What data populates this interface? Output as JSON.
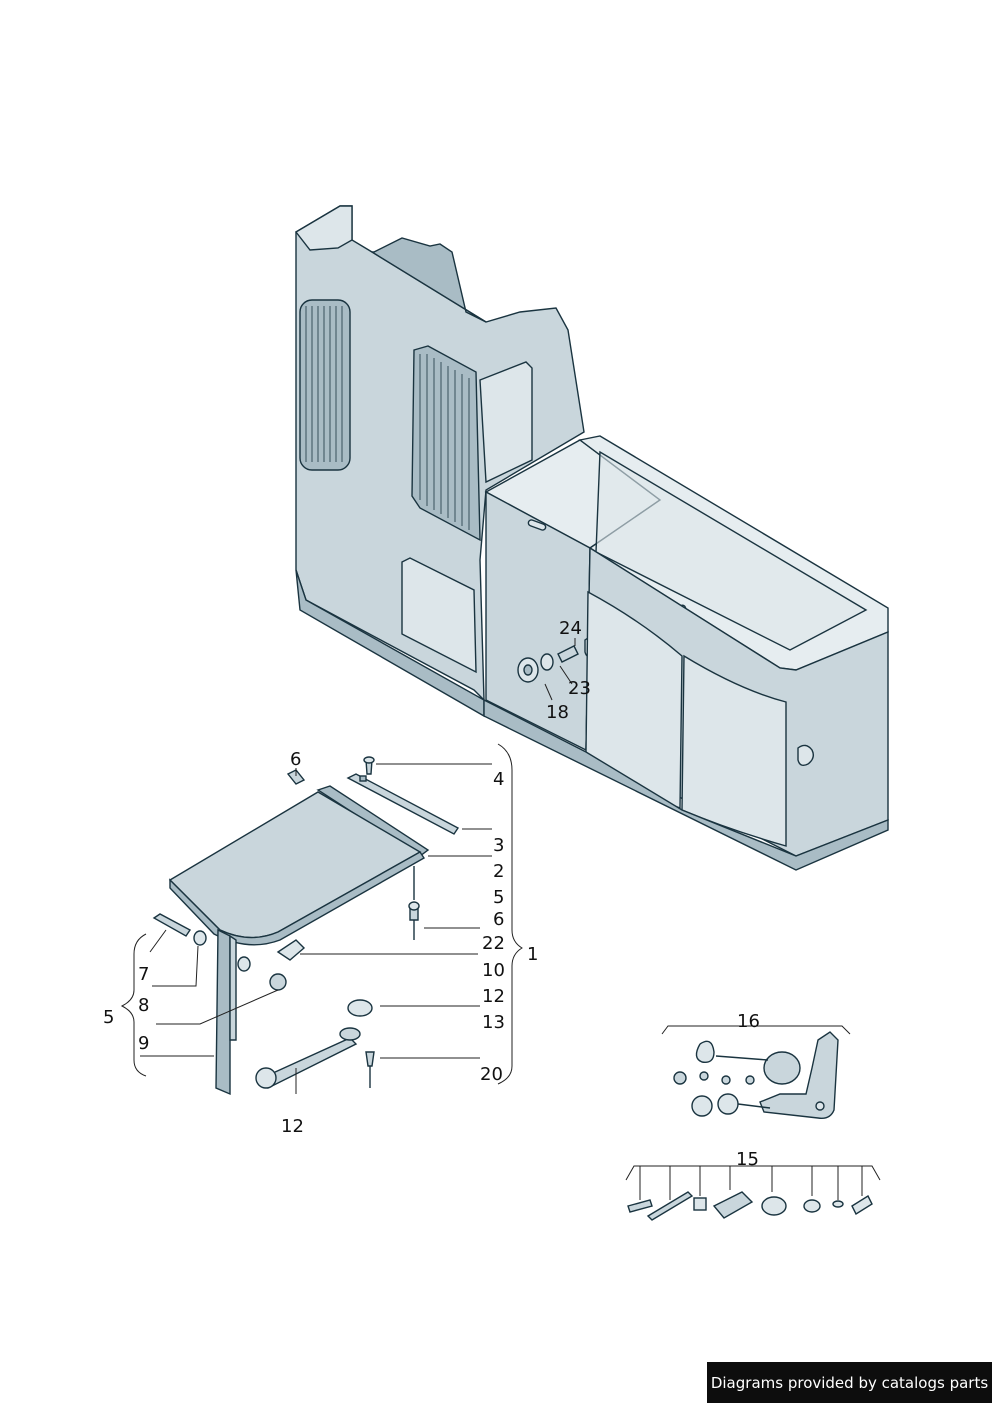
{
  "callouts": {
    "c24": "24",
    "c23": "23",
    "c18": "18",
    "c6a": "6",
    "c4": "4",
    "c3": "3",
    "c2": "2",
    "c5a": "5",
    "c6b": "6",
    "c22": "22",
    "c10": "10",
    "c12a": "12",
    "c13": "13",
    "c20": "20",
    "c1": "1",
    "c7": "7",
    "c8": "8",
    "c9": "9",
    "c5b": "5",
    "c12b": "12",
    "c16": "16",
    "c15": "15"
  },
  "credit": "Diagrams provided by catalogs parts"
}
